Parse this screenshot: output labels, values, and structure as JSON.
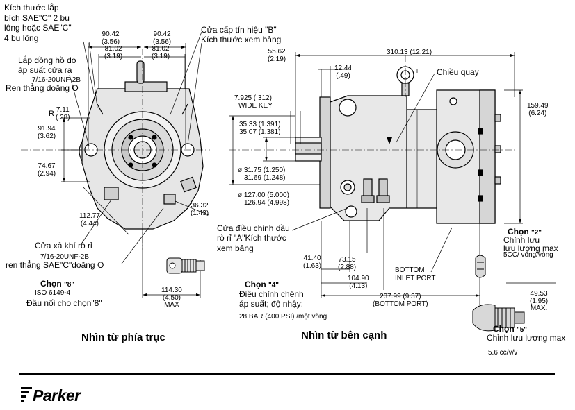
{
  "views": {
    "front_title": "Nhìn từ phía trục",
    "side_title": "Nhìn từ bên cạnh"
  },
  "front": {
    "flange_note": [
      "Kích thước lắp",
      "bích SAE\"C\" 2 bu",
      "lông hoặc SAE\"C\"",
      "4 bu lông"
    ],
    "gauge_note": [
      "Lắp đồng hồ đo",
      "áp suất cửa ra"
    ],
    "gauge_thread": "7/16-20UNF-2B",
    "gauge_thread_o": "Ren thẳng doăng O",
    "signal_port": [
      "Cửa cấp tín hiệu \"B\"",
      "Kích thước xem bảng"
    ],
    "drain_port": "Cửa xả khí rò rỉ",
    "drain_thread": "7/16-20UNF-2B",
    "drain_thread_o": "ren thẳng SAE\"C\"doăng O",
    "dims": {
      "d1": [
        "90.42",
        "(3.56)"
      ],
      "d2": [
        "81.02",
        "(3.19)"
      ],
      "d3": [
        "90.42",
        "(3.56)"
      ],
      "d4": [
        "81.02",
        "(3.19)"
      ],
      "r": "R",
      "r_val": [
        "7.11",
        "(.28)"
      ],
      "h1": [
        "91.94",
        "(3.62)"
      ],
      "h2": [
        "74.67",
        "(2.94)"
      ],
      "diag1": [
        "112.77",
        "(4.44)"
      ],
      "diag2": [
        "36.32",
        "(1.43)"
      ],
      "max": [
        "114.30",
        "(4.50)",
        "MAX"
      ]
    }
  },
  "options": {
    "opt8_label": "Chọn",
    "opt8_num": "\"8\"",
    "opt8_std": "ISO 6149-4",
    "opt8_desc": "Đầu nối cho chọn\"8\"",
    "opt4_label": "Chọn",
    "opt4_num": "\"4\"",
    "opt4_desc": [
      "Điều chỉnh chênh",
      "áp suất; độ nhậy:"
    ],
    "opt4_spec": "28 BAR (400 PSI) /một vòng",
    "opt2_label": "Chọn",
    "opt2_num": "\"2\"",
    "opt2_desc": [
      "Chỉnh lưu",
      "lưu lượng max"
    ],
    "opt2_spec": "5CC/ vòng/vòng",
    "opt5_label": "Chọn",
    "opt5_num": "\"5\"",
    "opt5_desc": "Chỉnh lưu lượng max",
    "opt5_spec": "5.6 cc/v/v"
  },
  "side": {
    "rotation": "Chiều quay",
    "key": [
      "7.925 (.312)",
      "WIDE KEY"
    ],
    "shaft1": [
      "35.33 (1.391)",
      "35.07 (1.381)"
    ],
    "shaft2": [
      "ø 31.75 (1.250)",
      "31.69 (1.248)"
    ],
    "pilot": [
      "ø 127.00 (5.000)",
      "126.94 (4.998)"
    ],
    "port_a": [
      "Cửa điều chỉnh dầu",
      "rò rỉ \"A\"Kích thước",
      "xem bảng"
    ],
    "bottom_inlet": [
      "BOTTOM",
      "INLET PORT"
    ],
    "dims": {
      "top1": [
        "55.62",
        "(2.19)"
      ],
      "top2": [
        "310.13 (12.21)"
      ],
      "top3": [
        "12.44",
        "(.49)"
      ],
      "right1": [
        "159.49",
        "(6.24)"
      ],
      "b1": [
        "41.40",
        "(1.63)"
      ],
      "b2": [
        "73.15",
        "(2.88)"
      ],
      "b3": [
        "104.90",
        "(4.13)"
      ],
      "b4": [
        "237.99 (9.37)",
        "(BOTTOM PORT)"
      ],
      "max": [
        "49.53",
        "(1.95)",
        "MAX."
      ]
    }
  },
  "brand": "Parker"
}
